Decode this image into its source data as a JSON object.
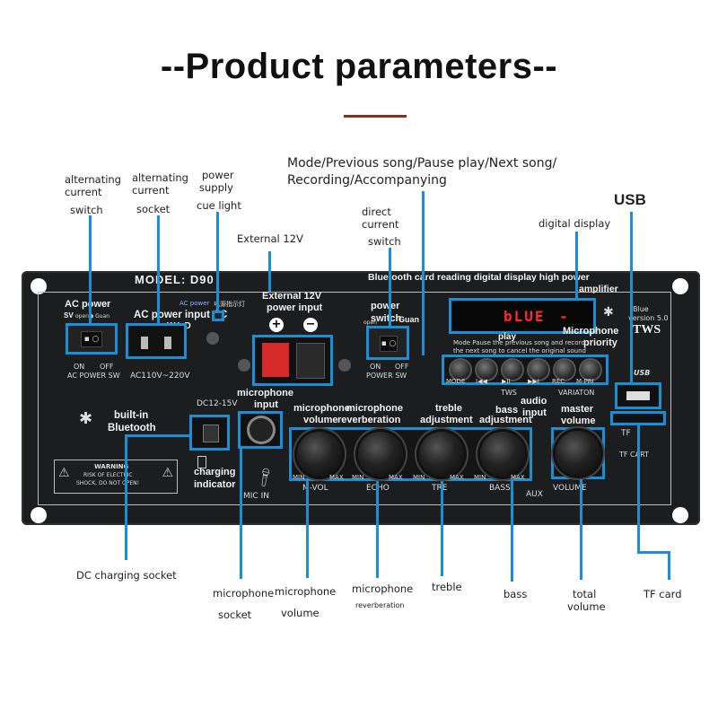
{
  "title": "--Product parameters--",
  "callouts": {
    "ac_switch": [
      "alternating",
      "current",
      "switch"
    ],
    "ac_socket": [
      "alternating",
      "current",
      "socket"
    ],
    "power_cue": [
      "power",
      "supply",
      "cue light"
    ],
    "external_12v": "External 12V",
    "mode": [
      "Mode/Previous song/Pause play/Next song/",
      "Recording/Accompanying"
    ],
    "usb": "USB",
    "dc_switch": [
      "direct",
      "current",
      "switch"
    ],
    "digital_display": "digital display",
    "dc_charging": "DC charging socket",
    "mic_socket": [
      "microphone",
      "socket"
    ],
    "mic_volume": [
      "microphone",
      "volume"
    ],
    "mic_reverb": [
      "microphone",
      "reverberation"
    ],
    "treble": "treble",
    "bass": "bass",
    "total_volume": [
      "total",
      "volume"
    ],
    "tf_card": "TF card"
  },
  "panel": {
    "model": "MODEL: D90",
    "ac_power": "AC power",
    "sv_open": "SV",
    "sv_open_small": "open● Guan",
    "ac_power_input": "AC power input AC",
    "wld": "W L D",
    "ac_power_small": "AC power",
    "ac_power_cn": "电源指示灯",
    "ext12_line1": "External 12V",
    "ext12_line2": "power input",
    "power_switch_1": "power",
    "power_switch_2": "switch",
    "guan": "Guan",
    "open": "open",
    "bt_reading": "Bluetooth card reading digital display high power",
    "amplifier": "amplifier",
    "display_text": "bLUE",
    "display_dash": "-",
    "bt_blue": "Blue",
    "bt_version": "version 5.0",
    "tws_big": "TWS",
    "mic_priority_1": "Microphone",
    "mic_priority_2": "priority",
    "play": "play",
    "mode_desc_1": "Mode Pause the previous song and record",
    "mode_desc_2": "the next song to cancel the original sound",
    "on": "ON",
    "off": "OFF",
    "ac_power_sw": "AC POWER SW",
    "ac_range": "AC110V~220V",
    "dc_on": "ON",
    "dc_off": "OFF",
    "power_sw": "POWER SW",
    "btn_labels": [
      "MODE",
      "I◀◀",
      "▶II",
      "▶▶I",
      "REC",
      "M-PRI"
    ],
    "tws": "TWS",
    "variaton": "VARIATON",
    "usb_badge": "USB",
    "mic_input_1": "microphone",
    "mic_input_2": "input",
    "builtin_1": "built-in",
    "builtin_2": "Bluetooth",
    "dc_label": "DC12-15V",
    "mic_vol_1": "microphone",
    "mic_vol_2": "volume",
    "mic_rev_1": "microphone",
    "mic_rev_2": "reverberation",
    "treble_1": "treble",
    "treble_2": "adjustment",
    "bass_1": "bass",
    "bass_2": "adjustment",
    "audio_1": "audio",
    "audio_2": "input",
    "master_1": "master",
    "master_2": "volume",
    "tf": "TF",
    "tf_cart": "TF CART",
    "charging_1": "charging",
    "charging_2": "indicator",
    "warning_title": "WARNING",
    "warning_1": "RISK OF ELECTRIC",
    "warning_2": "SHOCK, DO NOT OPEN!",
    "mic_in": "MIC IN",
    "knob_min": "MIN",
    "knob_max": "MAX",
    "knob_names": [
      "M-VOL",
      "ECHO",
      "TRE",
      "BASS"
    ],
    "aux": "AUX",
    "volume": "VOLUME"
  },
  "colors": {
    "highlight": "#1a8fd6",
    "panel": "#1c1d1f",
    "display": "#ff2a2a",
    "title_underline": "#8b2e22"
  }
}
